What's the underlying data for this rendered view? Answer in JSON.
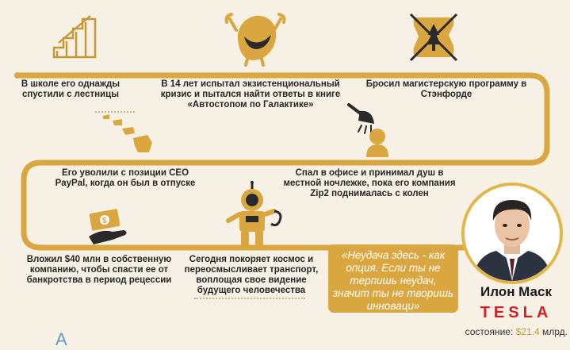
{
  "steps": [
    {
      "id": "school",
      "text": "В школе его однажды спустили с лестницы",
      "icon": "stairs-icon"
    },
    {
      "id": "crisis",
      "text": "В 14 лет испытал экзистенциональный кризис и пытался найти ответы в книге «Автостопом по Галактике»",
      "icon": "monster-icon"
    },
    {
      "id": "stanford",
      "text": "Бросил магистерскую программу в Стэнфорде",
      "icon": "stanford-logo-icon"
    },
    {
      "id": "paypal",
      "text": "Его уволили с позиции CEO PayPal, когда он был в отпуске",
      "icon": "islands-icon"
    },
    {
      "id": "zip2",
      "text": "Спал в офисе и принимал душ в местной ночлежке, пока его компания Zip2 поднималась с колен",
      "icon": "shower-icon"
    },
    {
      "id": "invest",
      "text": "Вложил $40 млн в собственную компанию, чтобы спасти ее от банкротства в период рецессии",
      "icon": "money-hand-icon"
    },
    {
      "id": "space",
      "text": "Сегодня покоряет космос и переосмысливает транспорт, воплощая свое видение будущего человечества",
      "icon": "astronaut-icon"
    }
  ],
  "quote": "«Неудача здесь - как опция. Если ты не терпишь неудач, значит ты не творишь инноваци»",
  "person": {
    "name": "Илон Маск",
    "company": "TESLA",
    "worth_label": "состояние:",
    "worth_value": "$21.4",
    "worth_unit": "млрд."
  },
  "footer_text": "А",
  "colors": {
    "path": "#d9a640",
    "accent": "#e4b547",
    "brand": "#d22026",
    "background": "#f6f1e4"
  }
}
